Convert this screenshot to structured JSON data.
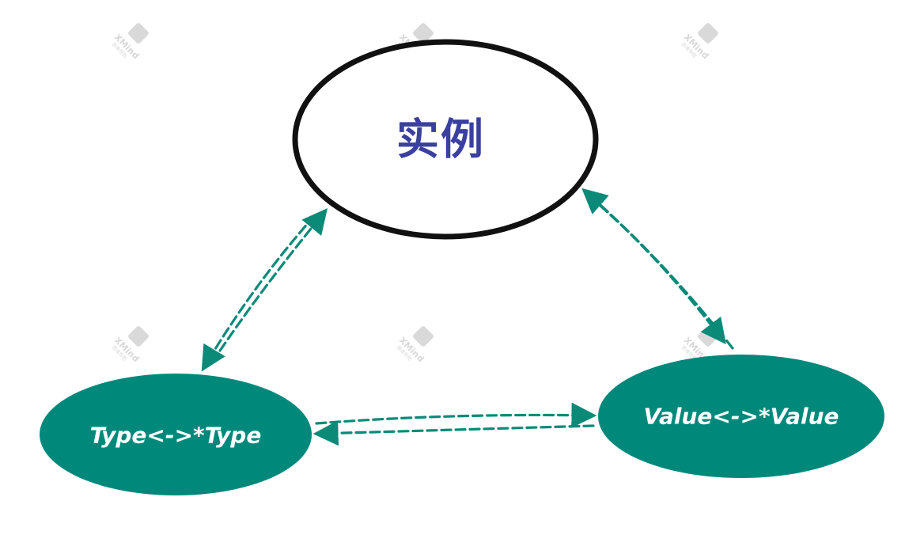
{
  "watermark": {
    "brand": "XMind",
    "sub": "思维导图"
  },
  "nodes": {
    "center": {
      "label": "实例"
    },
    "left": {
      "label": "Type<->*Type"
    },
    "right": {
      "label": "Value<->*Value"
    }
  },
  "colors": {
    "teal": "#00897b",
    "centerText": "#3a3fa0",
    "centerStroke": "#111111",
    "nodeText": "#ffffff",
    "watermark": "#d9d9d9",
    "arrow": "#0b8a78"
  }
}
